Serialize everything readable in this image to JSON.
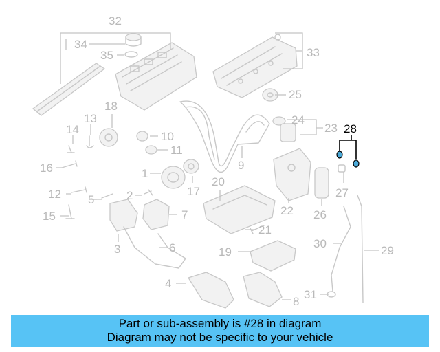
{
  "highlight_part": "28",
  "colors": {
    "banner": "#57c3f5",
    "highlight": "#4aa9d8",
    "muted": "#b9b9b9"
  },
  "callouts": {
    "c1": "1",
    "c2": "2",
    "c3": "3",
    "c4": "4",
    "c5": "5",
    "c6": "6",
    "c7": "7",
    "c8": "8",
    "c9": "9",
    "c10": "10",
    "c11": "11",
    "c12": "12",
    "c13": "13",
    "c14": "14",
    "c15": "15",
    "c16": "16",
    "c17": "17",
    "c18": "18",
    "c19": "19",
    "c20": "20",
    "c21": "21",
    "c22": "22",
    "c23": "23",
    "c24": "24",
    "c25": "25",
    "c26": "26",
    "c27": "27",
    "c28": "28",
    "c29": "29",
    "c30": "30",
    "c31": "31",
    "c32": "32",
    "c33": "33",
    "c34": "34",
    "c35": "35"
  },
  "banner": {
    "line1": "Part or sub-assembly is #28 in diagram",
    "line2": "Diagram may not be specific to your vehicle"
  }
}
